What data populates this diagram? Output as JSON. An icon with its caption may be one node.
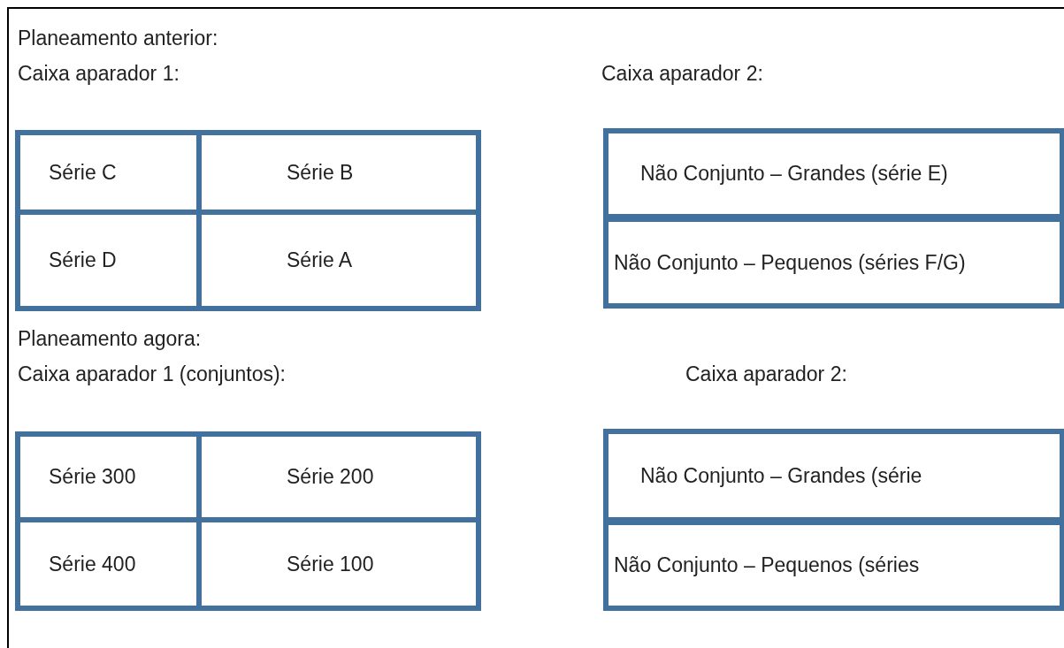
{
  "diagram": {
    "nodes": [
      {
        "text": [
          "Série C"
        ]
      },
      {
        "text": [
          "Série B"
        ]
      },
      {
        "text": [
          "Série D"
        ]
      },
      {
        "text": [
          "Série A"
        ]
      },
      {
        "text": [
          "Não Conjunto – Grandes (série E)"
        ]
      },
      {
        "text": [
          "Não Conjunto – Pequenos (séries F/G)"
        ]
      },
      {
        "text": [
          "Série 300"
        ]
      },
      {
        "text": [
          "Série 200"
        ]
      },
      {
        "text": [
          "Série 400"
        ]
      },
      {
        "text": [
          "Série 100"
        ]
      },
      {
        "text": [
          "Não Conjunto – Grandes (série"
        ]
      },
      {
        "text": [
          "Não Conjunto – Pequenos (séries"
        ]
      }
    ],
    "labels": [
      "Planeamento anterior:",
      "Caixa aparador 1:",
      "Caixa aparador 2:",
      "Planeamento agora:",
      "Caixa aparador 1 (conjuntos):",
      "Caixa aparador 2:"
    ]
  }
}
